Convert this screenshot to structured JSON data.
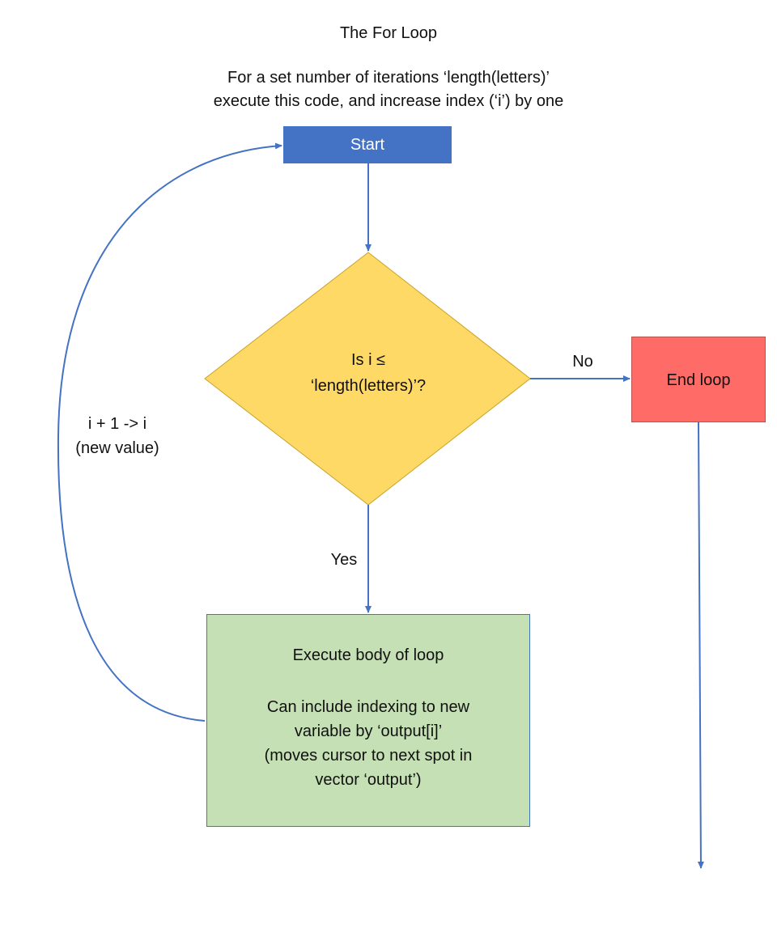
{
  "title": "The For Loop",
  "subtitle": {
    "line1": "For a set number of iterations ‘length(letters)’",
    "line2": "execute this code, and increase index (‘i’) by one"
  },
  "nodes": {
    "start": {
      "label": "Start",
      "color": "#4472c4"
    },
    "decision": {
      "line1": "Is i ≤",
      "line2": "‘length(letters)’?",
      "color": "#ffd966"
    },
    "end": {
      "label": "End loop",
      "color": "#ff6b66"
    },
    "body": {
      "line1": "Execute body of loop",
      "line2": "Can include indexing to new",
      "line3": "variable by ‘output[i]’",
      "line4": "(moves cursor to next spot in",
      "line5": "vector ‘output’)",
      "color": "#c5e0b4"
    }
  },
  "edges": {
    "no_label": "No",
    "yes_label": "Yes",
    "loop_label1": "i + 1 -> i",
    "loop_label2": "(new value)",
    "color": "#4472c4"
  }
}
